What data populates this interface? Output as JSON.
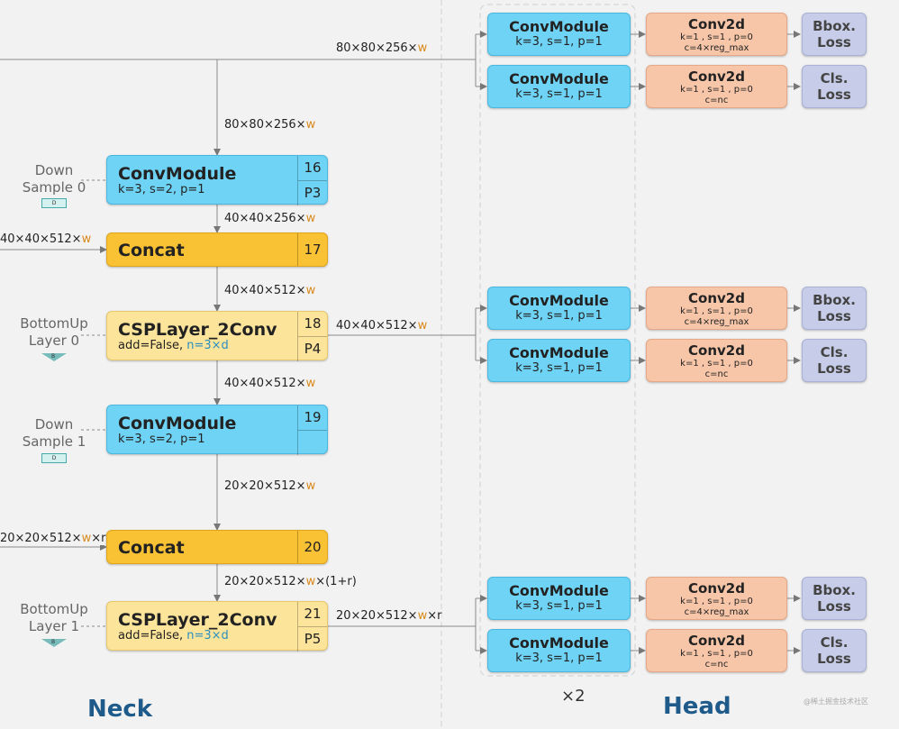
{
  "neck": {
    "title": "Neck",
    "modules": [
      {
        "name": "ConvModule",
        "params": "k=3, s=2, p=1",
        "index": "16",
        "level": "P3"
      },
      {
        "name": "Concat",
        "index": "17"
      },
      {
        "name": "CSPLayer_2Conv",
        "params_a": "add=False, ",
        "params_b": "n=3×d",
        "index": "18",
        "level": "P4"
      },
      {
        "name": "ConvModule",
        "params": "k=3, s=2, p=1",
        "index": "19"
      },
      {
        "name": "Concat",
        "index": "20"
      },
      {
        "name": "CSPLayer_2Conv",
        "params_a": "add=False, ",
        "params_b": "n=3×d",
        "index": "21",
        "level": "P5"
      }
    ],
    "side_labels": [
      {
        "line1": "Down",
        "line2": "Sample 0",
        "tag": "D"
      },
      {
        "line1": "BottomUp",
        "line2": "Layer 0",
        "tag": "B"
      },
      {
        "line1": "Down",
        "line2": "Sample 1",
        "tag": "D"
      },
      {
        "line1": "BottomUp",
        "line2": "Layer  1",
        "tag": "B"
      }
    ],
    "edge_labels": {
      "top_in": {
        "base": "80×80×256×",
        "w": "w"
      },
      "down0_in": {
        "base": "80×80×256×",
        "w": "w"
      },
      "down0_out": {
        "base": "40×40×256×",
        "w": "w"
      },
      "concat17_side": {
        "base": "40×40×512×",
        "w": "w"
      },
      "concat17_out": {
        "base": "40×40×512×",
        "w": "w"
      },
      "csp18_out": {
        "base": "40×40×512×",
        "w": "w"
      },
      "csp18_right": {
        "base": "40×40×512×",
        "w": "w"
      },
      "down1_out": {
        "base": "20×20×512×",
        "w": "w"
      },
      "concat20_side": {
        "base": "20×20×512×",
        "w": "w",
        "extra": "×r"
      },
      "concat20_out": {
        "base": "20×20×512×",
        "w": "w",
        "extra": "×(1+r)"
      },
      "csp21_right": {
        "base": "20×20×512×",
        "w": "w",
        "extra": "×r"
      }
    }
  },
  "head": {
    "title": "Head",
    "repeat": "×2",
    "conv_module": {
      "name": "ConvModule",
      "params": "k=3, s=1, p=1"
    },
    "conv2d": {
      "name": "Conv2d",
      "params": "k=1 , s=1 , p=0",
      "bbox_c": "c=4×reg_max",
      "cls_c": "c=nc"
    },
    "bbox_loss": {
      "line1": "Bbox.",
      "line2": "Loss"
    },
    "cls_loss": {
      "line1": "Cls.",
      "line2": "Loss"
    }
  },
  "watermark": "@稀土掘金技术社区"
}
